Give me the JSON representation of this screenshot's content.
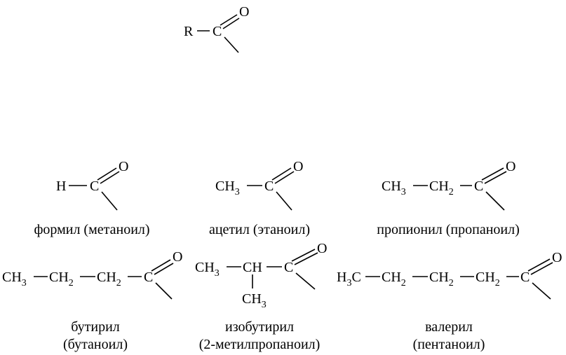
{
  "general": {
    "r": "R",
    "c": "C",
    "o": "O"
  },
  "formyl": {
    "h": "H",
    "c": "C",
    "o": "O",
    "name": "формил (метаноил)"
  },
  "acetyl": {
    "ch": "CH",
    "n3": "3",
    "c": "C",
    "o": "O",
    "name": "ацетил (этаноил)"
  },
  "propionyl": {
    "ch": "CH",
    "n3": "3",
    "ch2": "CH",
    "n2": "2",
    "c": "C",
    "o": "O",
    "name": "пропионил (пропаноил)"
  },
  "butyryl": {
    "ch_a": "CH",
    "n3": "3",
    "ch_b": "CH",
    "n2_b": "2",
    "ch_c": "CH",
    "n2_c": "2",
    "c": "C",
    "o": "O",
    "name_line1": "бутирил",
    "name_line2": "(бутаноил)"
  },
  "isobutyryl": {
    "ch_a": "CH",
    "n3_a": "3",
    "ch": "CH",
    "ch_b": "CH",
    "n3_b": "3",
    "c": "C",
    "o": "O",
    "name_line1": "изобутирил",
    "name_line2": "(2-метилпропаноил)"
  },
  "valeryl": {
    "h": "H",
    "n3": "3",
    "c1": "C",
    "ch_a": "CH",
    "n2_a": "2",
    "ch_b": "CH",
    "n2_b": "2",
    "ch_c": "CH",
    "n2_c": "2",
    "c": "C",
    "o": "O",
    "name_line1": "валерил",
    "name_line2": "(пентаноил)"
  }
}
